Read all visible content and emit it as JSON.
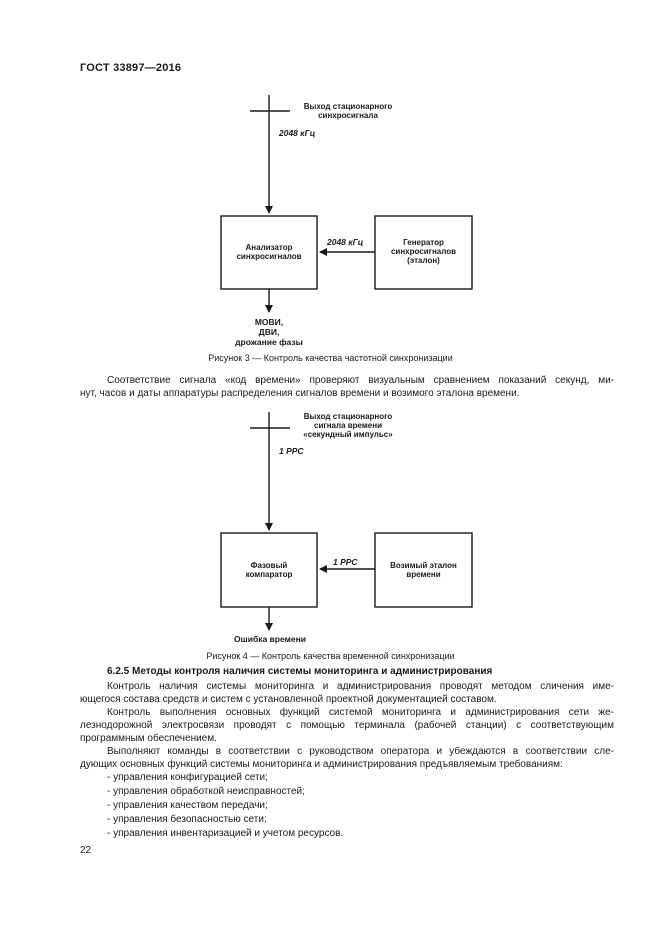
{
  "header": {
    "doc_id": "ГОСТ 33897—2016"
  },
  "figure3": {
    "top_label": [
      "Выход стационарного",
      "синхросигнала"
    ],
    "top_freq": "2048 кГц",
    "box_left": [
      "Анализатор",
      "синхросигналов"
    ],
    "box_right": [
      "Генератор",
      "синхросигналов",
      "(эталон)"
    ],
    "side_freq": "2048 кГц",
    "outputs": [
      "МОВИ,",
      "ДВИ,",
      "дрожание фазы"
    ],
    "caption": "Рисунок 3 — Контроль качества частотной синхронизации"
  },
  "para1": {
    "line1": "Соответствие сигнала «код времени» проверяют визуальным сравнением показаний секунд, ми-",
    "line2": "нут, часов и даты аппаратуры распределения сигналов времени и возимого эталона времени."
  },
  "figure4": {
    "top_label": [
      "Выход стационарного",
      "сигнала времени",
      "«секундный импульс»"
    ],
    "top_freq": "1 PPC",
    "box_left": [
      "Фазовый",
      "компаратор"
    ],
    "box_right": [
      "Возимый эталон",
      "времени"
    ],
    "side_freq": "1 PPC",
    "output": "Ошибка времени",
    "caption": "Рисунок 4 — Контроль качества временной синхронизации"
  },
  "section": {
    "heading": "6.2.5 Методы контроля наличия системы мониторинга и администрирования",
    "p1": [
      "Контроль наличия системы мониторинга и администрирования проводят методом сличения име-",
      "ющегося состава средств и систем с установленной проектной документацией составом."
    ],
    "p2": [
      "Контроль выполнения основных функций системой мониторинга и администрирования сети же-",
      "лезнодорожной электросвязи проводят с помощью терминала (рабочей станции) с соответствующим",
      "программным обеспечением."
    ],
    "p3": [
      "Выполняют команды в соответствии с руководством оператора и убеждаются в соответствии сле-",
      "дующих основных функций системы мониторинга и администрирования предъявляемым требованиям:"
    ],
    "items": [
      "- управления конфигурацией сети;",
      "- управления обработкой неисправностей;",
      "- управления качеством передачи;",
      "- управления безопасностью сети;",
      "- управления инвентаризацией и учетом ресурсов."
    ]
  },
  "page_number": "22"
}
